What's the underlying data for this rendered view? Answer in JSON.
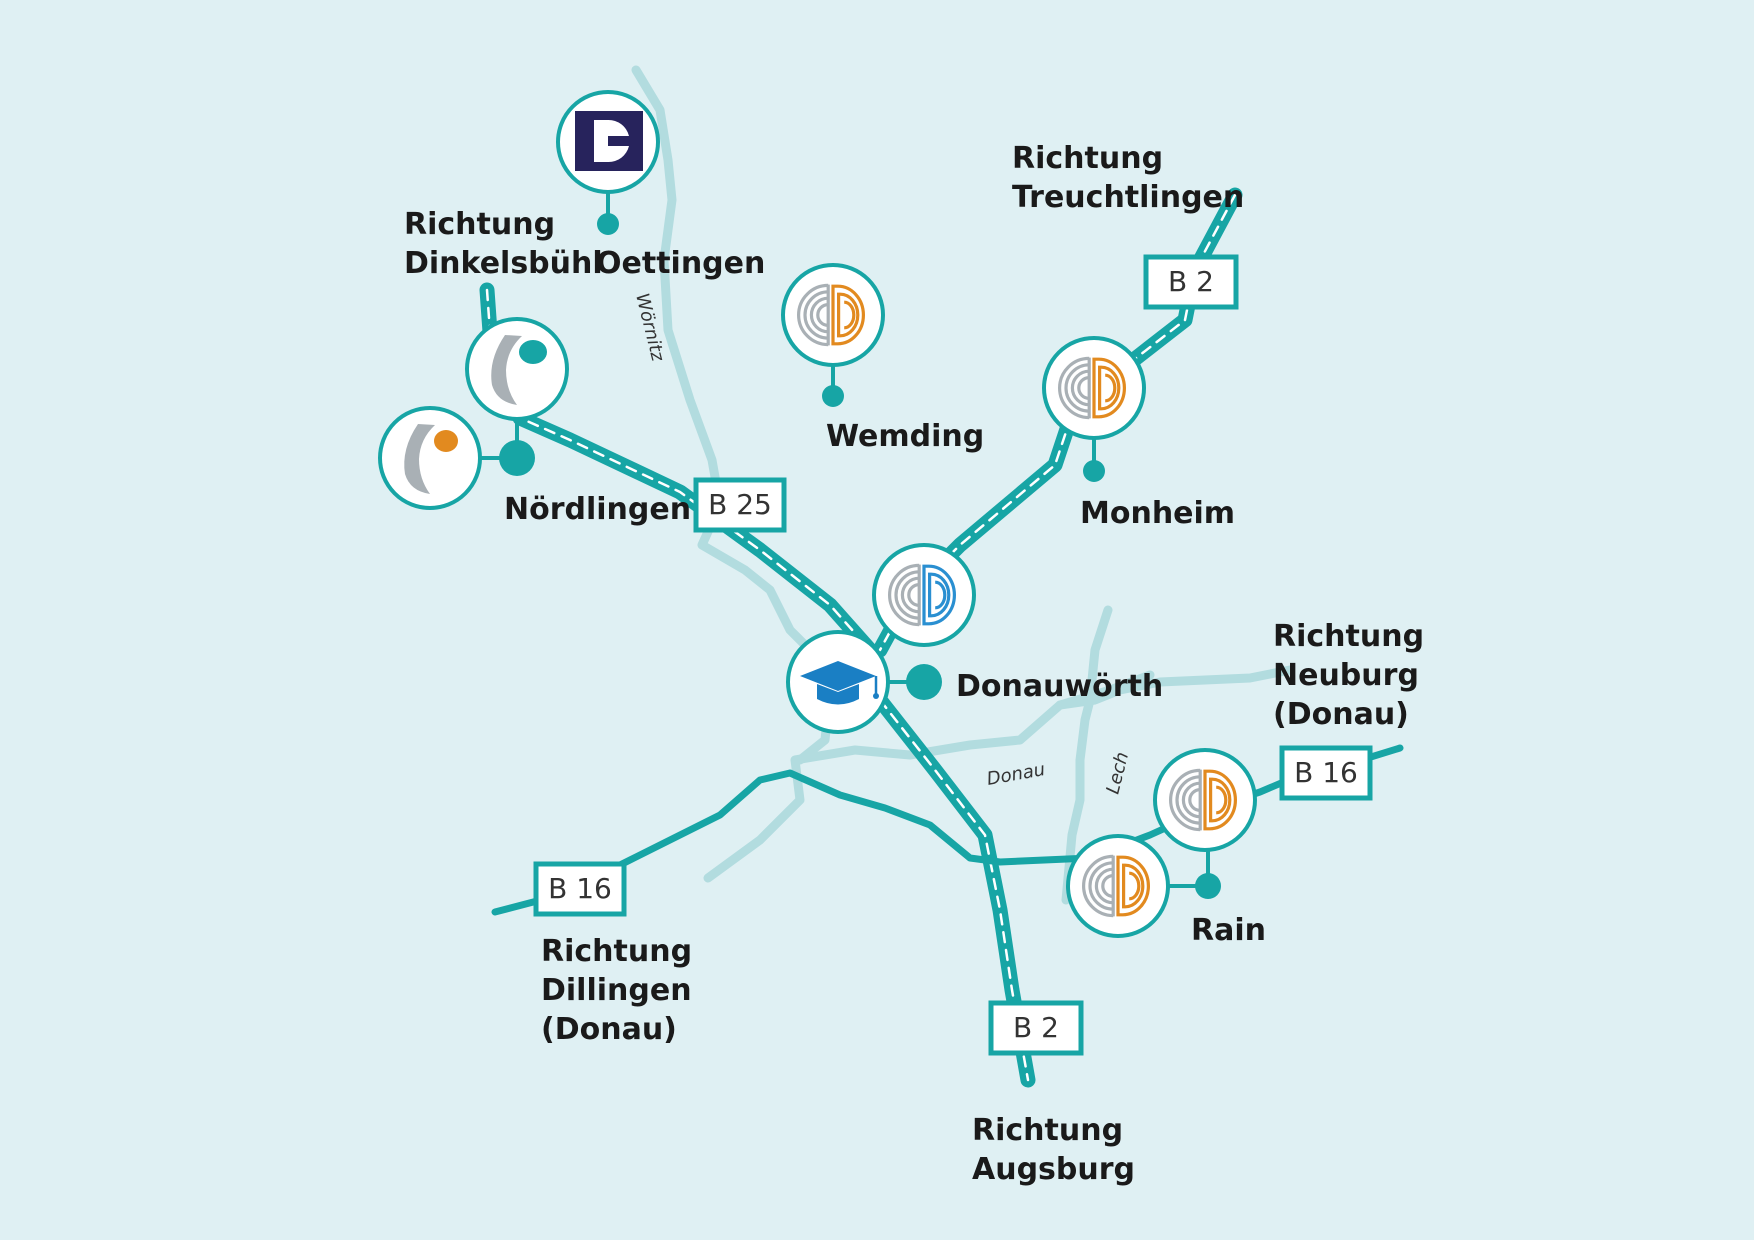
{
  "colors": {
    "background": "#dff0f3",
    "road": "#17a5a5",
    "river": "#b2dcdf",
    "badge_border": "#17a5a5",
    "logo_orange": "#e28a1f",
    "logo_grey": "#a9b0b5",
    "logo_blue": "#2a8fd1",
    "oettingen_navy": "#27235c",
    "graduation_blue": "#1a7fc4"
  },
  "rivers": {
    "woernitz": "Wörnitz",
    "donau": "Donau",
    "lech": "Lech"
  },
  "shields": {
    "b25": "B 25",
    "b2_north": "B 2",
    "b2_south": "B 2",
    "b16_east": "B 16",
    "b16_west": "B 16"
  },
  "labels": {
    "dinkelsbuehl_line1": "Richtung",
    "dinkelsbuehl_line2": "Dinkelsbühl",
    "oettingen": "Oettingen",
    "treuchtlingen_line1": "Richtung",
    "treuchtlingen_line2": "Treuchtlingen",
    "wemding": "Wemding",
    "noerdlingen": "Nördlingen",
    "monheim": "Monheim",
    "donauwoerth": "Donauwörth",
    "neuburg_line1": "Richtung",
    "neuburg_line2": "Neuburg",
    "neuburg_line3": "(Donau)",
    "rain": "Rain",
    "dillingen_line1": "Richtung",
    "dillingen_line2": "Dillingen",
    "dillingen_line3": "(Donau)",
    "augsburg_line1": "Richtung",
    "augsburg_line2": "Augsburg"
  },
  "icons": {
    "oettingen": "oettingen-logo-icon",
    "noerdlingen": "noerdlingen-clinic-logo-icon",
    "noerdlingen_second": "noerdlingen-clinic-logo-icon",
    "wemding": "donau-ries-clinic-logo-icon",
    "monheim": "donau-ries-clinic-logo-icon",
    "donauwoerth": "donau-ries-clinic-logo-icon",
    "school": "graduation-cap-icon",
    "rain": "donau-ries-clinic-logo-icon"
  }
}
